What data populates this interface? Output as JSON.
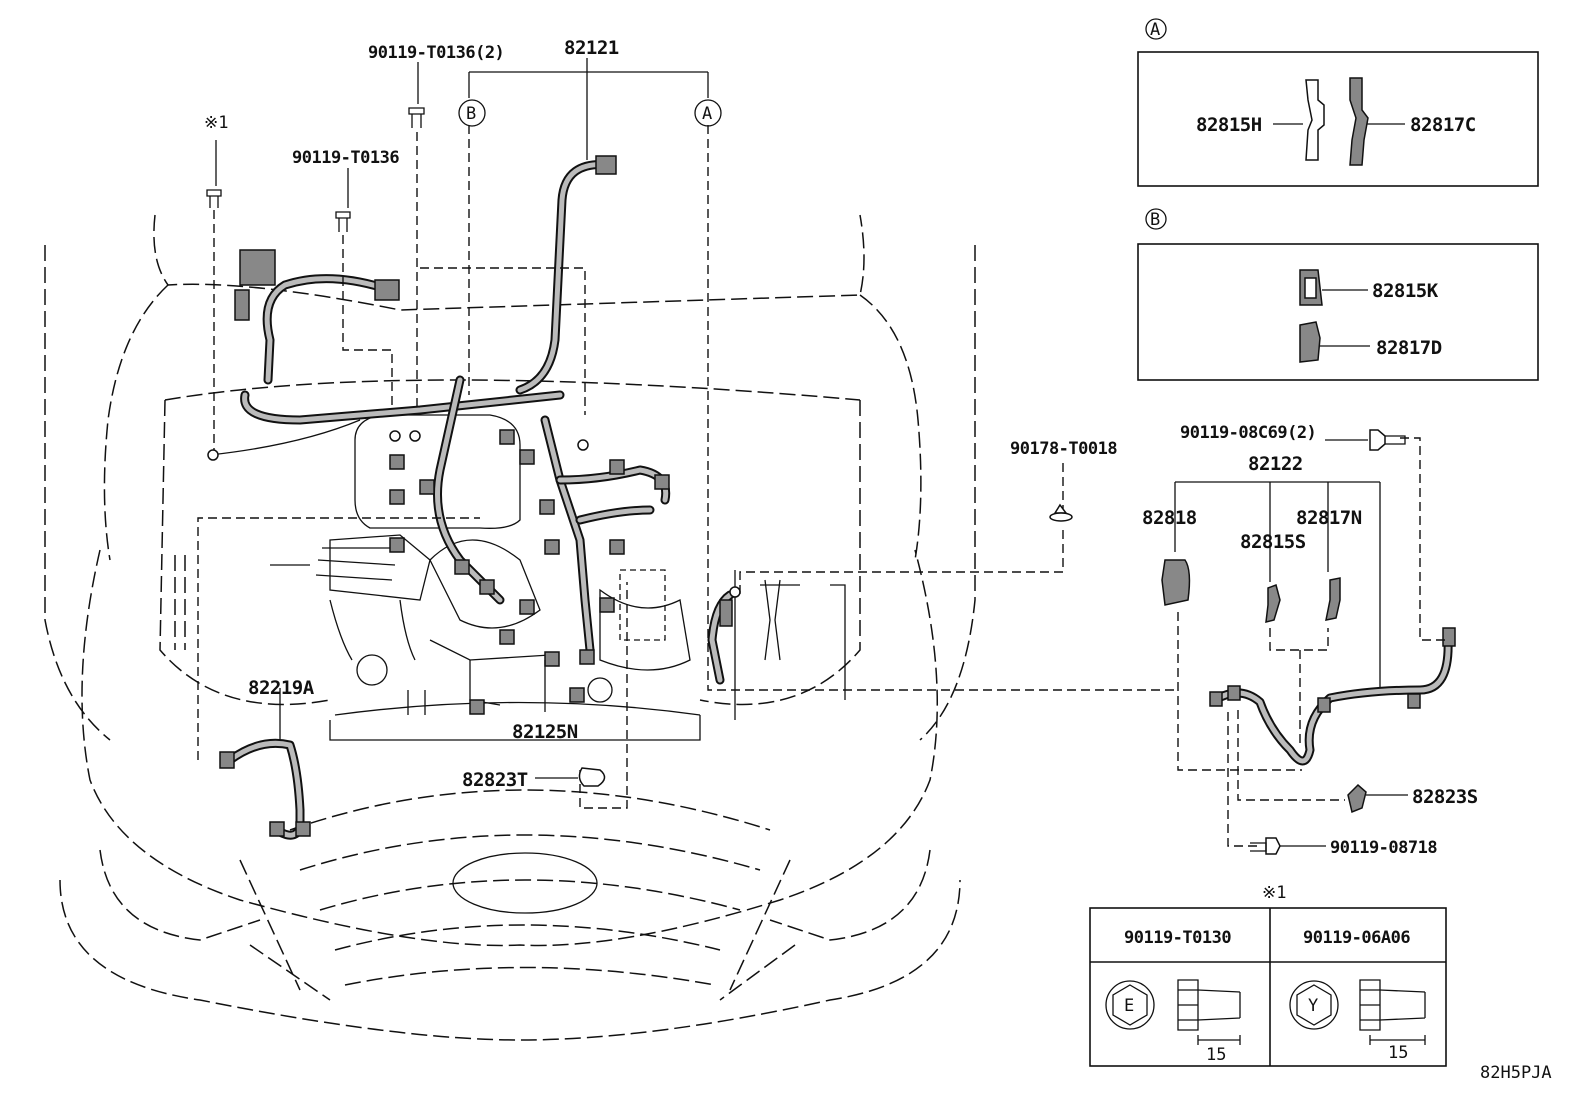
{
  "diagram_code": "82H5PJA",
  "callouts": {
    "a": "A",
    "b": "B",
    "ref1": "※1"
  },
  "labels": {
    "p82121": "82121",
    "p90119_T0136_2": "90119-T0136(2)",
    "p90119_T0136": "90119-T0136",
    "p82219A": "82219A",
    "p82125N": "82125N",
    "p82823T": "82823T",
    "p90178_T0018": "90178-T0018",
    "p82815H": "82815H",
    "p82817C": "82817C",
    "p82815K": "82815K",
    "p82817D": "82817D",
    "p90119_08C69_2": "90119-08C69(2)",
    "p82122": "82122",
    "p82818": "82818",
    "p82817N": "82817N",
    "p82815S": "82815S",
    "p82823S": "82823S",
    "p90119_08718": "90119-08718"
  },
  "bolt_table": {
    "columns": [
      {
        "part": "90119-T0130",
        "head_mark": "E",
        "length": "15"
      },
      {
        "part": "90119-06A06",
        "head_mark": "Y",
        "length": "15"
      }
    ]
  },
  "colors": {
    "ink": "#111111",
    "harness_fill": "#bbbbbb",
    "background": "#ffffff"
  }
}
